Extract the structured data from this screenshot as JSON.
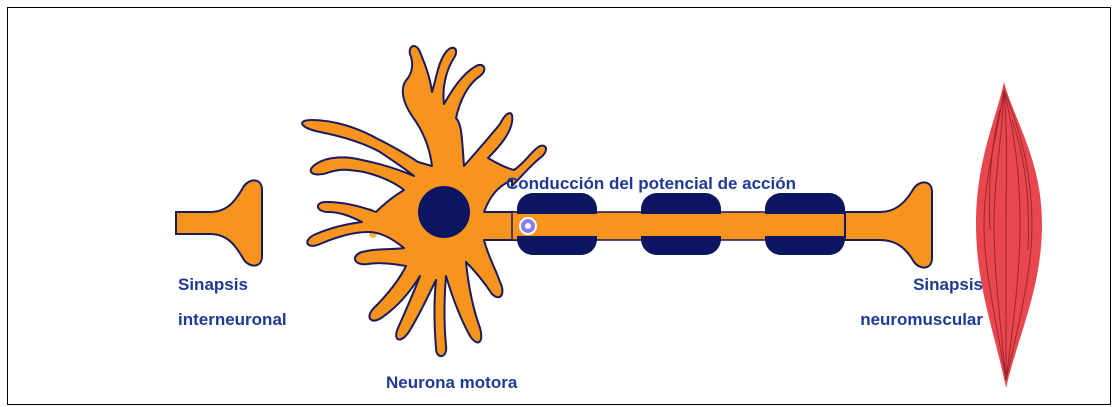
{
  "labels": {
    "interneuronal_line1": "Sinapsis",
    "interneuronal_line2": "interneuronal",
    "motor_neuron": "Neurona motora",
    "conduction": "Conducción del potencial de acción",
    "neuromuscular_line1": "Sinapsis",
    "neuromuscular_line2": "neuromuscular"
  },
  "colors": {
    "neuron": "#f7941d",
    "neuron_outline": "#1a1a5e",
    "nucleus": "#0b1560",
    "myelin": "#0b1560",
    "muscle": "#e8474f",
    "muscle_fiber": "#8c1d24",
    "text": "#1f3a93",
    "vesicle": "#f7b24a",
    "impulse": "#8a7cf0"
  },
  "icons": [
    "interneuron-terminal",
    "motor-neuron-soma",
    "myelin-sheath",
    "axon-terminal",
    "muscle-fiber-icon"
  ]
}
